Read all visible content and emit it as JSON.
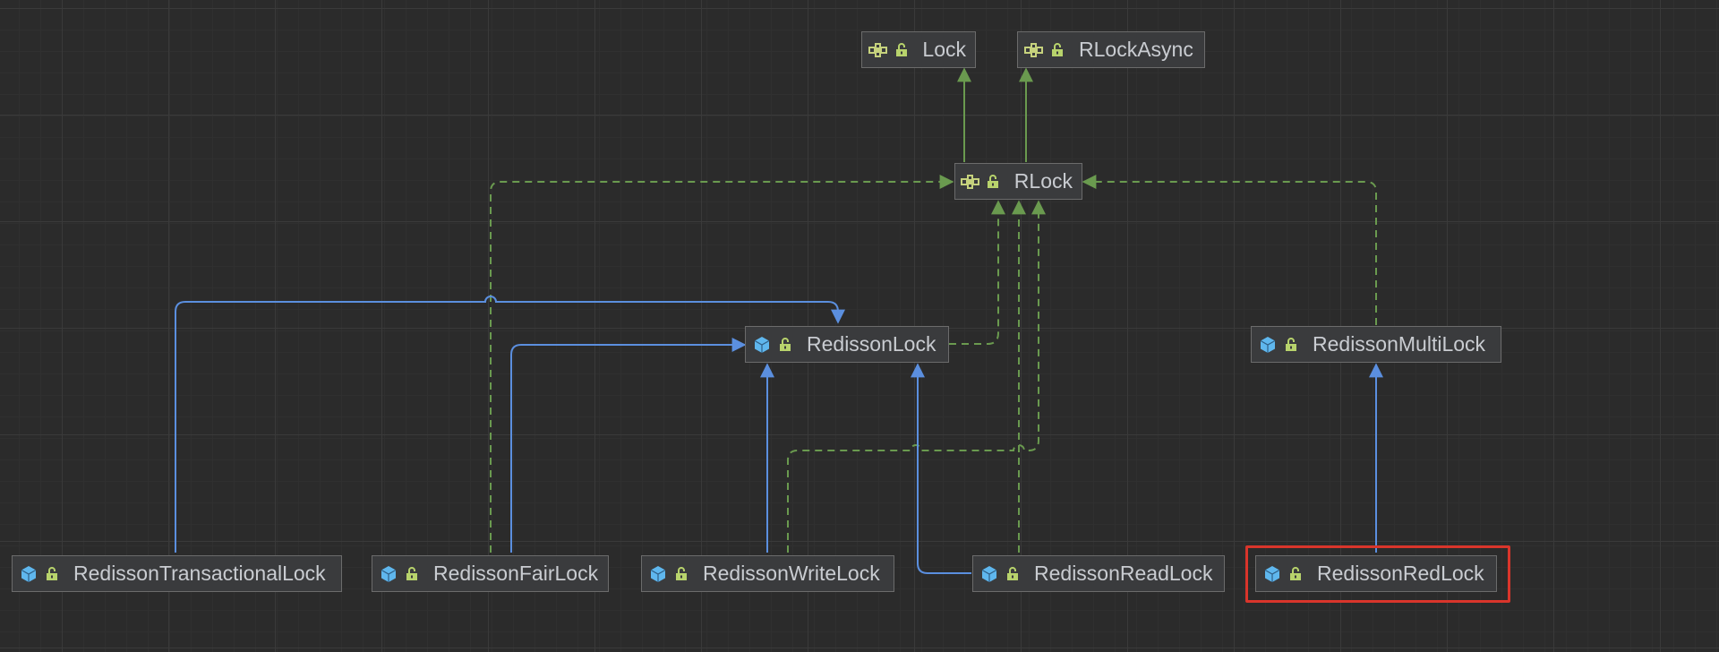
{
  "colors": {
    "background": "#2b2b2b",
    "extends_edge": "#5b8fdf",
    "implements_edge": "#6a9a4f",
    "interface_icon": "#c6d27d",
    "class_icon": "#5fb7ee",
    "lock_icon": "#b8d36c",
    "selection": "#d9352b"
  },
  "nodes": {
    "lock": {
      "label": "Lock",
      "kind": "interface",
      "icon": "interface-icon"
    },
    "rlockasync": {
      "label": "RLockAsync",
      "kind": "interface",
      "icon": "interface-icon"
    },
    "rlock": {
      "label": "RLock",
      "kind": "interface",
      "icon": "interface-icon"
    },
    "redissonlock": {
      "label": "RedissonLock",
      "kind": "class",
      "icon": "class-icon"
    },
    "redissonmultilock": {
      "label": "RedissonMultiLock",
      "kind": "class",
      "icon": "class-icon"
    },
    "redissontransactionallock": {
      "label": "RedissonTransactionalLock",
      "kind": "class",
      "icon": "class-icon"
    },
    "redissonfairlock": {
      "label": "RedissonFairLock",
      "kind": "class",
      "icon": "class-icon"
    },
    "redissonwritelock": {
      "label": "RedissonWriteLock",
      "kind": "class",
      "icon": "class-icon"
    },
    "redissonreadlock": {
      "label": "RedissonReadLock",
      "kind": "class",
      "icon": "class-icon"
    },
    "redissonredlock": {
      "label": "RedissonRedLock",
      "kind": "class",
      "icon": "class-icon",
      "selected": true
    }
  },
  "edges": [
    {
      "from": "rlock",
      "to": "lock",
      "type": "extends-interface"
    },
    {
      "from": "rlock",
      "to": "rlockasync",
      "type": "extends-interface"
    },
    {
      "from": "redissonlock",
      "to": "rlock",
      "type": "implements"
    },
    {
      "from": "redissonmultilock",
      "to": "rlock",
      "type": "implements"
    },
    {
      "from": "redissonfairlock",
      "to": "rlock",
      "type": "implements"
    },
    {
      "from": "redissonwritelock",
      "to": "rlock",
      "type": "implements"
    },
    {
      "from": "redissonreadlock",
      "to": "rlock",
      "type": "implements"
    },
    {
      "from": "redissontransactionallock",
      "to": "redissonlock",
      "type": "extends"
    },
    {
      "from": "redissonfairlock",
      "to": "redissonlock",
      "type": "extends"
    },
    {
      "from": "redissonwritelock",
      "to": "redissonlock",
      "type": "extends"
    },
    {
      "from": "redissonreadlock",
      "to": "redissonlock",
      "type": "extends"
    },
    {
      "from": "redissonredlock",
      "to": "redissonmultilock",
      "type": "extends"
    }
  ]
}
